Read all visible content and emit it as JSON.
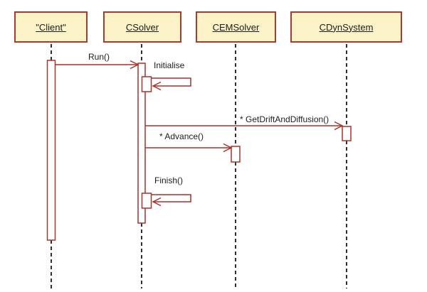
{
  "diagram": {
    "type": "uml-sequence-diagram",
    "participants": [
      {
        "id": "client",
        "name": "\"Client\""
      },
      {
        "id": "csolver",
        "name": "CSolver"
      },
      {
        "id": "cemsolver",
        "name": "CEMSolver"
      },
      {
        "id": "cdynsystem",
        "name": "CDynSystem"
      }
    ],
    "messages": [
      {
        "label": "Run()",
        "from": "client",
        "to": "csolver",
        "kind": "call"
      },
      {
        "label": "Initialise",
        "from": "csolver",
        "to": "csolver",
        "kind": "self-call"
      },
      {
        "label": "* GetDriftAndDiffusion()",
        "from": "csolver",
        "to": "cdynsystem",
        "kind": "call"
      },
      {
        "label": "* Advance()",
        "from": "csolver",
        "to": "cemsolver",
        "kind": "call"
      },
      {
        "label": "Finish()",
        "from": "csolver",
        "to": "csolver",
        "kind": "self-call"
      }
    ],
    "colors": {
      "background": "#FFFFFF",
      "box_fill": "#FCF2C8",
      "box_border": "#A53C2D",
      "message_line": "#AA322D",
      "lifeline": "#2F2F2F",
      "text": "#1C1C1C"
    }
  }
}
